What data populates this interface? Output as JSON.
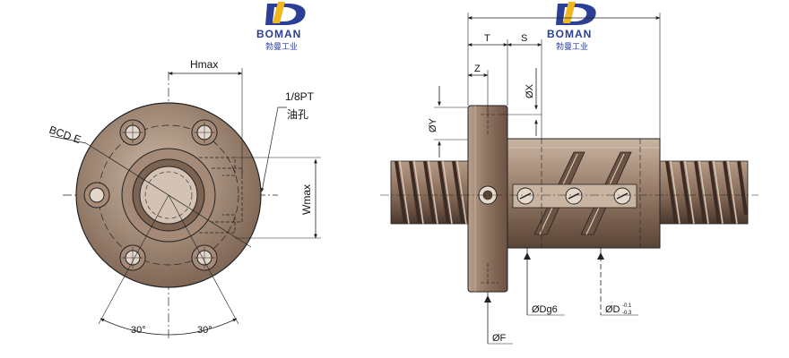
{
  "brand": {
    "wordmark": "BOMAN",
    "tagline": "勃曼工业"
  },
  "front_view": {
    "hmax": "Hmax",
    "wmax": "Wmax",
    "bcd": "BCD E",
    "thread": "1/8PT",
    "oil_hole": "油孔",
    "angle_left": "30°",
    "angle_right": "30°"
  },
  "side_view": {
    "t": "T",
    "s": "S",
    "z": "Z",
    "x": "ØX",
    "y": "ØY",
    "dg6": "ØDg6",
    "d": "ØD",
    "d_tol_upper": "-0.1",
    "d_tol_lower": "-0.3",
    "f": "ØF"
  },
  "colors": {
    "line": "#222222",
    "body": "#8a6f5c",
    "shade": "#5a4436",
    "logo": "#2a3f95",
    "logo_accent": "#f2b61f"
  }
}
